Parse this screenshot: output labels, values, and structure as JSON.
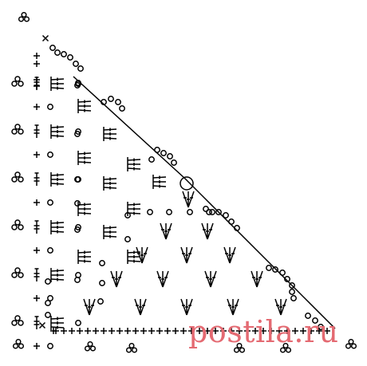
{
  "diagram": {
    "kind": "crochet-chart",
    "stitch_symbols": {
      "chain": "circle",
      "single_crochet": "plus",
      "slip_stitch": "cross",
      "double_crochet": "cross-barred-stem",
      "picot": "three-circle-cluster",
      "magic_ring": "large-circle"
    },
    "ink_color": "#000000",
    "background_color": "#ffffff"
  },
  "watermark": {
    "text": "postila.ru",
    "color": "#e46a72"
  }
}
